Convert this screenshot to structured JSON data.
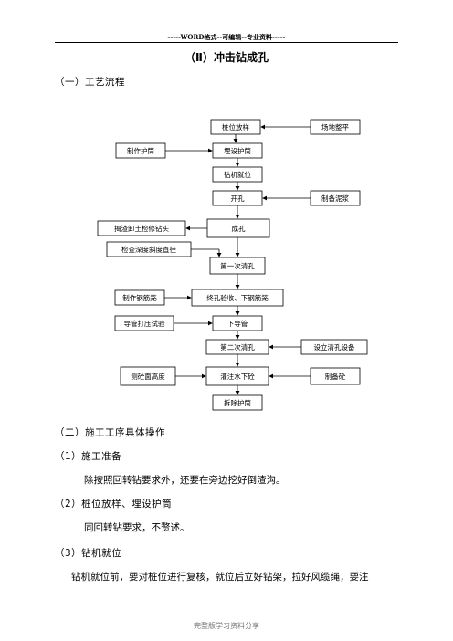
{
  "header": "-----WORD格式--可编辑--专业资料-----",
  "title": "（Ⅱ）冲击钻成孔",
  "section1": "（一）工艺流程",
  "flow": {
    "main": [
      "桩位放样",
      "埋设护筒",
      "钻机就位",
      "开孔",
      "成孔",
      "第一次清孔",
      "终孔验收、下钢筋笼",
      "下导管",
      "第二次清孔",
      "灌注水下砼",
      "拆除护筒"
    ],
    "left": [
      "制作护筒",
      "揭渣卸土检修钻头",
      "检查深度斜度直径",
      "制作钢筋笼",
      "导管打压试验",
      "测砼面高度"
    ],
    "right": [
      "场地整平",
      "制备泥浆",
      "设立清孔设备",
      "制备砼"
    ]
  },
  "section2": "（二）施工工序具体操作",
  "step1": "（1）施工准备",
  "step1_text": "除按照回转钻要求外，还要在旁边挖好倒渣沟。",
  "step2": "（2）桩位放样、埋设护筒",
  "step2_text": "同回转钻要求，不赘述。",
  "step3": "（3）钻机就位",
  "step3_text": "钻机就位前，要对桩位进行复核，就位后立好钻架，拉好风缆绳，要注",
  "footer": "完整版学习资料分享"
}
